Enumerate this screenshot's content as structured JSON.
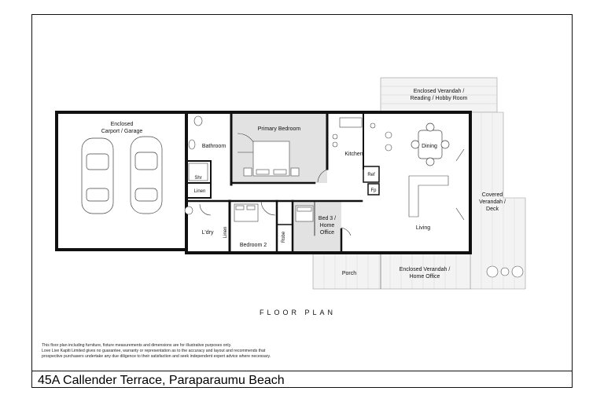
{
  "heading": "FLOOR PLAN",
  "address": "45A Callender Terrace, Paraparaumu Beach",
  "disclaimer": [
    "This floor plan including furniture, fixture measurements and dimensions are for illustrative purposes only.",
    "Love Live Kapiti Limited gives no guarantee, warranty or representation as to the accuracy and layout and recommends that",
    "prospective purchasers undertake any due diligence to their satisfaction and seek independent expert advice where necessary."
  ],
  "rooms": {
    "carport_1": "Enclosed",
    "carport_2": "Carport / Garage",
    "bathroom": "Bathroom",
    "shr": "Shr",
    "linen_1": "Linen",
    "primary_bedroom": "Primary Bedroom",
    "laundry": "L'dry",
    "linen_2": "Linen",
    "bedroom_2": "Bedroom 2",
    "robe": "Robe",
    "bed3_1": "Bed 3 /",
    "bed3_2": "Home",
    "bed3_3": "Office",
    "kitchen": "Kitchen",
    "ref": "Ref",
    "fp": "Fp",
    "dining": "Dining",
    "living": "Living",
    "verandah_top_1": "Enclosed Verandah /",
    "verandah_top_2": "Reading / Hobby Room",
    "covered_1": "Covered",
    "covered_2": "Verandah /",
    "covered_3": "Deck",
    "porch": "Porch",
    "verandah_bottom_1": "Enclosed Verandah /",
    "verandah_bottom_2": "Home Office"
  }
}
